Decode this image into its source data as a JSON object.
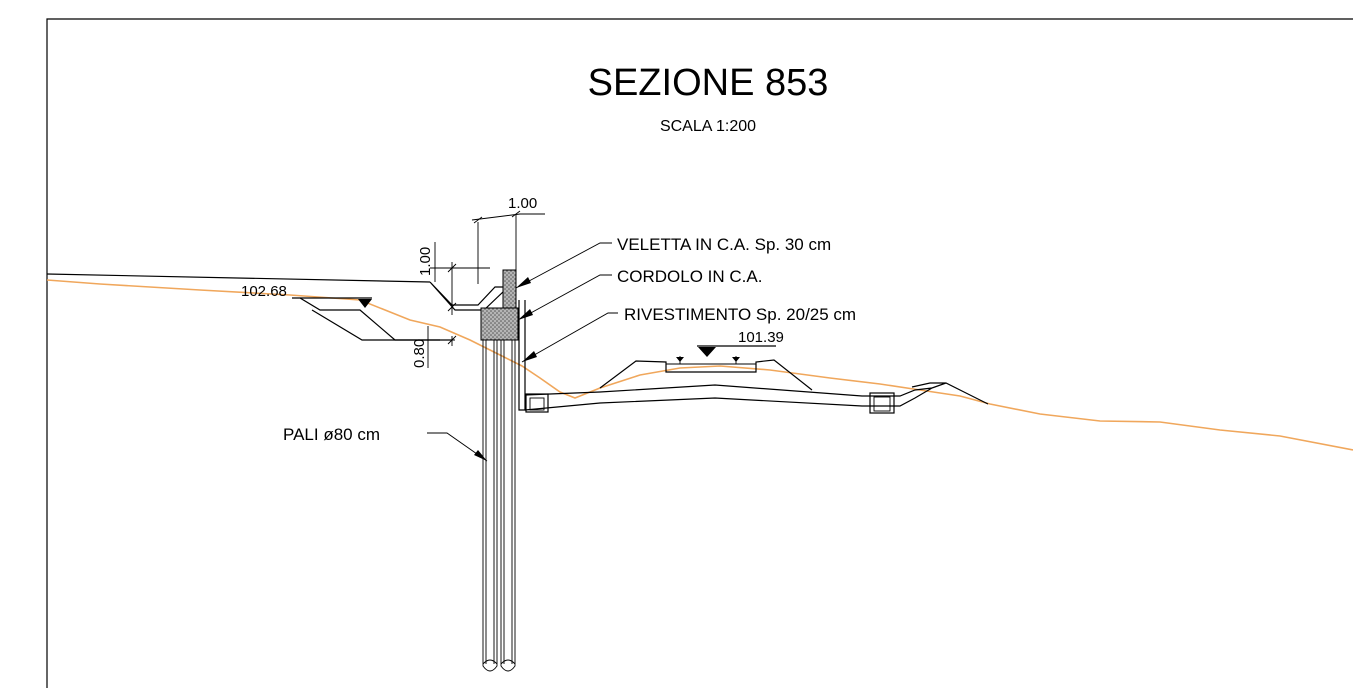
{
  "title": "SEZIONE 853",
  "scale": "SCALA 1:200",
  "labels": {
    "veletta": "VELETTA IN C.A. Sp. 30 cm",
    "cordolo": "CORDOLO IN C.A.",
    "rivestimento": "RIVESTIMENTO Sp. 20/25 cm",
    "pali": "PALI ø80 cm"
  },
  "dimensions": {
    "top_width": "1.00",
    "ditch_depth": "1.00",
    "cordolo_height": "0.80"
  },
  "elevations": {
    "left": "102.68",
    "road": "101.39"
  },
  "colors": {
    "ground_line": "#f0a75c",
    "concrete": "#9a9a9a",
    "ink": "#000000"
  }
}
